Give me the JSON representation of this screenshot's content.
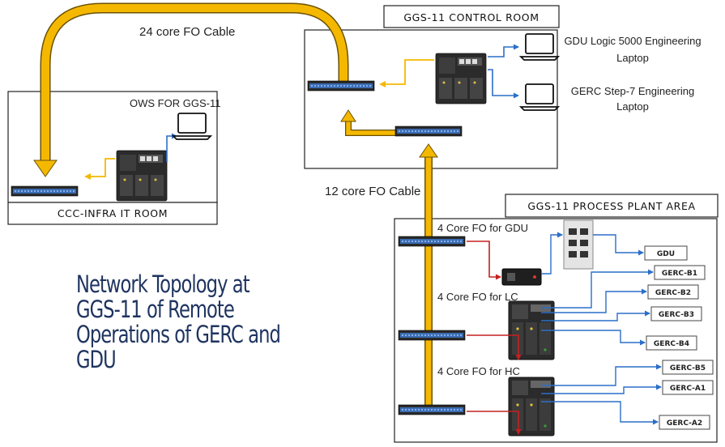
{
  "control_room": {
    "title": "GGS-11 CONTROL ROOM"
  },
  "it_room": {
    "title": "CCC-INFRA IT ROOM",
    "ows_label": "OWS FOR GGS-11"
  },
  "process_area": {
    "title": "GGS-11 PROCESS PLANT AREA"
  },
  "cables": {
    "top": "24 core FO Cable",
    "vertical": "12 core FO Cable",
    "gdu": "4 Core FO for GDU",
    "lc": "4 Core FO for LC",
    "hc": "4 Core FO for HC"
  },
  "laptops": {
    "gdu_line1": "GDU Logic 5000 Engineering",
    "gdu_line2": "Laptop",
    "gerc_line1": "GERC Step-7 Engineering",
    "gerc_line2": "Laptop"
  },
  "endpoints": [
    "GDU",
    "GERC-B1",
    "GERC-B2",
    "GERC-B3",
    "GERC-B4",
    "GERC-B5",
    "GERC-A1",
    "GERC-A2"
  ],
  "title": {
    "line1": "Network Topology at",
    "line2": "GGS-11 of Remote",
    "line3": "Operations of GERC and",
    "line4": "GDU"
  },
  "colors": {
    "fiber": "#f5b800",
    "fiber_edge": "#6b5200",
    "ethernet": "#2a6fc9",
    "copper": "#c62020",
    "title": "#1f3460"
  }
}
